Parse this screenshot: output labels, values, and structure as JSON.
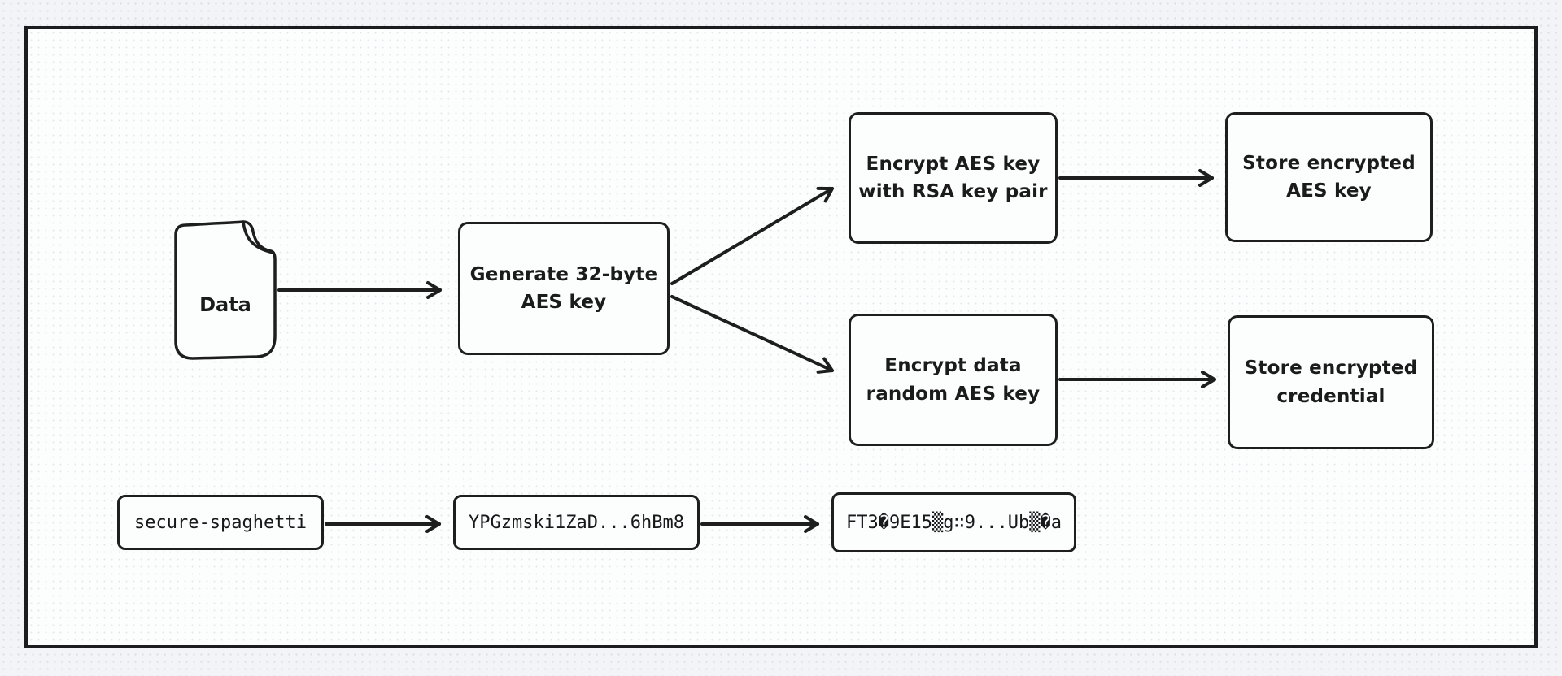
{
  "colors": {
    "stroke": "#1e1e1e",
    "canvas_bg": "#fcfdfd",
    "outer_bg": "#f2f4f7"
  },
  "flowchart": {
    "data_node": {
      "label": "Data"
    },
    "generate_key_node": {
      "label": "Generate 32-byte\nAES key"
    },
    "encrypt_aes_rsa_node": {
      "label": "Encrypt AES key\nwith RSA key pair"
    },
    "store_aes_node": {
      "label": "Store encrypted\nAES key"
    },
    "encrypt_data_node": {
      "label": "Encrypt data\nrandom AES key"
    },
    "store_credential_node": {
      "label": "Store encrypted\ncredential"
    }
  },
  "example_row": {
    "plaintext_node": {
      "label": "secure-spaghetti"
    },
    "encoded_node": {
      "label": "YPGzmski1ZaD...6hBm8"
    },
    "ciphertext_node": {
      "label": "FT3�9E15▒g∷9...Ub▒�a"
    }
  },
  "icons": {
    "document_icon": "document-with-folded-corner"
  }
}
